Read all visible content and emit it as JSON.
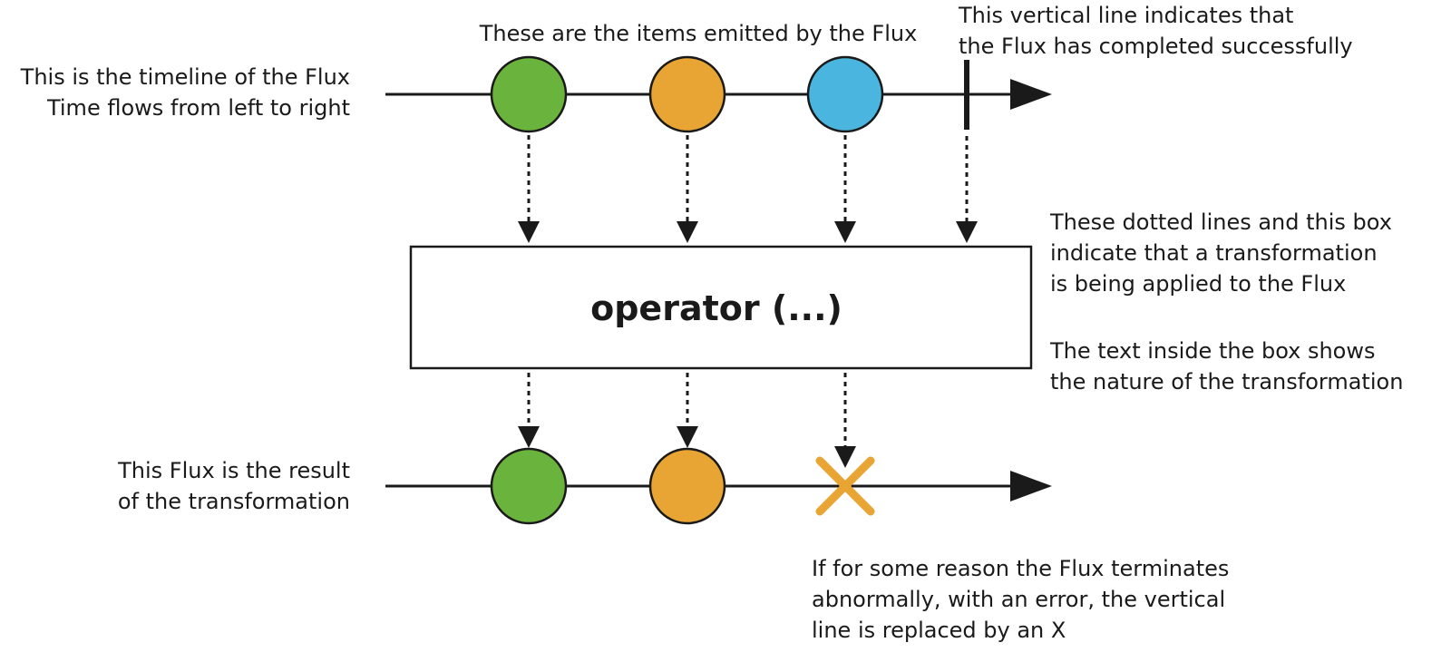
{
  "colors": {
    "line": "#1a1a1a",
    "green": "#6ab43e",
    "orange": "#e8a534",
    "blue": "#4ab6df",
    "error_x": "#e8a534",
    "box_fill": "#ffffff"
  },
  "operator_box": {
    "label": "operator (...)"
  },
  "timelines": {
    "source": {
      "items": [
        {
          "color": "green",
          "name": "item-green"
        },
        {
          "color": "orange",
          "name": "item-orange"
        },
        {
          "color": "blue",
          "name": "item-blue"
        }
      ],
      "terminal": "complete"
    },
    "result": {
      "items": [
        {
          "color": "green",
          "name": "item-green"
        },
        {
          "color": "orange",
          "name": "item-orange"
        }
      ],
      "terminal": "error"
    }
  },
  "annotations": {
    "timeline": [
      "This is the timeline of the Flux",
      "Time flows from left to right"
    ],
    "items": [
      "These are the items emitted by the Flux"
    ],
    "completed": [
      "This vertical line indicates that",
      "the Flux has completed successfully"
    ],
    "transformation": [
      "These dotted lines and this box",
      "indicate that a transformation",
      "is being applied to the Flux"
    ],
    "box_text": [
      "The text inside the box shows",
      "the nature of the transformation"
    ],
    "result": [
      "This Flux is the result",
      "of the transformation"
    ],
    "error": [
      "If for some reason the Flux terminates",
      "abnormally, with an error, the vertical",
      "line is replaced by an X"
    ]
  }
}
